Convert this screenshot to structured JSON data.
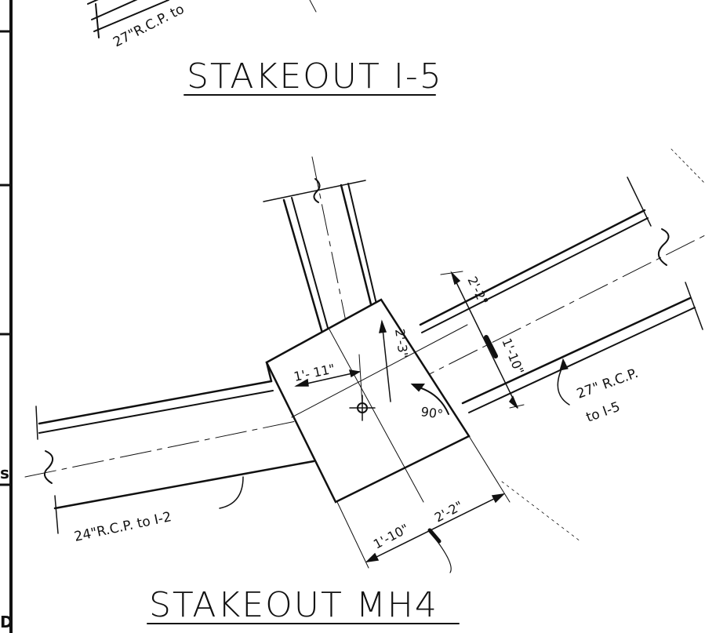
{
  "titles": {
    "top": "STAKEOUT I-5",
    "bottom": "STAKEOUT MH4"
  },
  "pipe_labels": {
    "top_partial": "27\"R.C.P. to",
    "right_line1": "27\" R.C.P.",
    "right_line2": "to I-5",
    "left": "24\"R.C.P. to I-2"
  },
  "dimensions": {
    "center_offset": "1'- 11\"",
    "vertical_short": "2'-3\"",
    "angle": "90°",
    "right_top": "2'-2\"",
    "right_mid": "1'-10\"",
    "bottom_left": "1'-10\"",
    "bottom_right": "2'-2\""
  },
  "border_marks": {
    "mark_a": "s",
    "mark_b": "D"
  }
}
